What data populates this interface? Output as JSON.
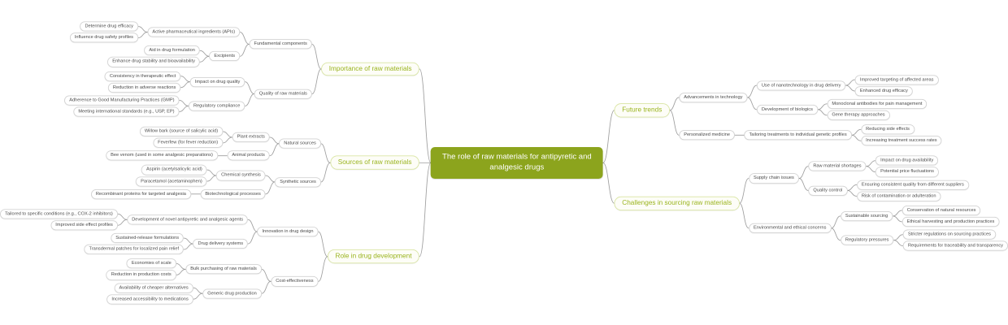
{
  "colors": {
    "root_bg": "#8ca41d",
    "root_text": "#ffffff",
    "branch_bg": "#fdfdf7",
    "branch_border": "#d9e5a3",
    "branch_text": "#9ab41e",
    "node_bg": "#ffffff",
    "node_border": "#d2d2d2",
    "node_text": "#4a4a4a",
    "connector": "#8e8e8e",
    "page_bg": "#ffffff"
  },
  "mindmap": {
    "root_label": "The role of raw materials for antipyretic and analgesic drugs",
    "left_branches": [
      {
        "label": "Importance of raw materials",
        "children": [
          {
            "label": "Fundamental components",
            "children": [
              {
                "label": "Active pharmaceutical ingredients (APIs)",
                "children": [
                  {
                    "label": "Determine drug efficacy"
                  },
                  {
                    "label": "Influence drug safety profiles"
                  }
                ]
              },
              {
                "label": "Excipients",
                "children": [
                  {
                    "label": "Aid in drug formulation"
                  },
                  {
                    "label": "Enhance drug stability and bioavailability"
                  }
                ]
              }
            ]
          },
          {
            "label": "Quality of raw materials",
            "children": [
              {
                "label": "Impact on drug quality",
                "children": [
                  {
                    "label": "Consistency in therapeutic effect"
                  },
                  {
                    "label": "Reduction in adverse reactions"
                  }
                ]
              },
              {
                "label": "Regulatory compliance",
                "children": [
                  {
                    "label": "Adherence to Good Manufacturing Practices (GMP)"
                  },
                  {
                    "label": "Meeting international standards (e.g., USP, EP)"
                  }
                ]
              }
            ]
          }
        ]
      },
      {
        "label": "Sources of raw materials",
        "children": [
          {
            "label": "Natural sources",
            "children": [
              {
                "label": "Plant extracts",
                "children": [
                  {
                    "label": "Willow bark (source of salicylic acid)"
                  },
                  {
                    "label": "Feverfew (for fever reduction)"
                  }
                ]
              },
              {
                "label": "Animal products",
                "children": [
                  {
                    "label": "Bee venom (used in some analgesic preparations)"
                  }
                ]
              }
            ]
          },
          {
            "label": "Synthetic sources",
            "children": [
              {
                "label": "Chemical synthesis",
                "children": [
                  {
                    "label": "Aspirin (acetylsalicylic acid)"
                  },
                  {
                    "label": "Paracetamol (acetaminophen)"
                  }
                ]
              },
              {
                "label": "Biotechnological processes",
                "children": [
                  {
                    "label": "Recombinant proteins for targeted analgesia"
                  }
                ]
              }
            ]
          }
        ]
      },
      {
        "label": "Role in drug development",
        "children": [
          {
            "label": "Innovation in drug design",
            "children": [
              {
                "label": "Development of novel antipyretic and analgesic agents",
                "children": [
                  {
                    "label": "Tailored to specific conditions (e.g., COX-2 inhibitors)"
                  },
                  {
                    "label": "Improved side effect profiles"
                  }
                ]
              },
              {
                "label": "Drug delivery systems",
                "children": [
                  {
                    "label": "Sustained-release formulations"
                  },
                  {
                    "label": "Transdermal patches for localized pain relief"
                  }
                ]
              }
            ]
          },
          {
            "label": "Cost-effectiveness",
            "children": [
              {
                "label": "Bulk purchasing of raw materials",
                "children": [
                  {
                    "label": "Economies of scale"
                  },
                  {
                    "label": "Reduction in production costs"
                  }
                ]
              },
              {
                "label": "Generic drug production",
                "children": [
                  {
                    "label": "Availability of cheaper alternatives"
                  },
                  {
                    "label": "Increased accessibility to medications"
                  }
                ]
              }
            ]
          }
        ]
      }
    ],
    "right_branches": [
      {
        "label": "Future trends",
        "children": [
          {
            "label": "Advancements in technology",
            "children": [
              {
                "label": "Use of nanotechnology in drug delivery",
                "children": [
                  {
                    "label": "Improved targeting of affected areas"
                  },
                  {
                    "label": "Enhanced drug efficacy"
                  }
                ]
              },
              {
                "label": "Development of biologics",
                "children": [
                  {
                    "label": "Monoclonal antibodies for pain management"
                  },
                  {
                    "label": "Gene therapy approaches"
                  }
                ]
              }
            ]
          },
          {
            "label": "Personalized medicine",
            "children": [
              {
                "label": "Tailoring treatments to individual genetic profiles",
                "children": [
                  {
                    "label": "Reducing side effects"
                  },
                  {
                    "label": "Increasing treatment success rates"
                  }
                ]
              }
            ]
          }
        ]
      },
      {
        "label": "Challenges in sourcing raw materials",
        "children": [
          {
            "label": "Supply chain issues",
            "children": [
              {
                "label": "Raw material shortages",
                "children": [
                  {
                    "label": "Impact on drug availability"
                  },
                  {
                    "label": "Potential price fluctuations"
                  }
                ]
              },
              {
                "label": "Quality control",
                "children": [
                  {
                    "label": "Ensuring consistent quality from different suppliers"
                  },
                  {
                    "label": "Risk of contamination or adulteration"
                  }
                ]
              }
            ]
          },
          {
            "label": "Environmental and ethical concerns",
            "children": [
              {
                "label": "Sustainable sourcing",
                "children": [
                  {
                    "label": "Conservation of natural resources"
                  },
                  {
                    "label": "Ethical harvesting and production practices"
                  }
                ]
              },
              {
                "label": "Regulatory pressures",
                "children": [
                  {
                    "label": "Stricter regulations on sourcing practices"
                  },
                  {
                    "label": "Requirements for traceability and transparency"
                  }
                ]
              }
            ]
          }
        ]
      }
    ]
  }
}
